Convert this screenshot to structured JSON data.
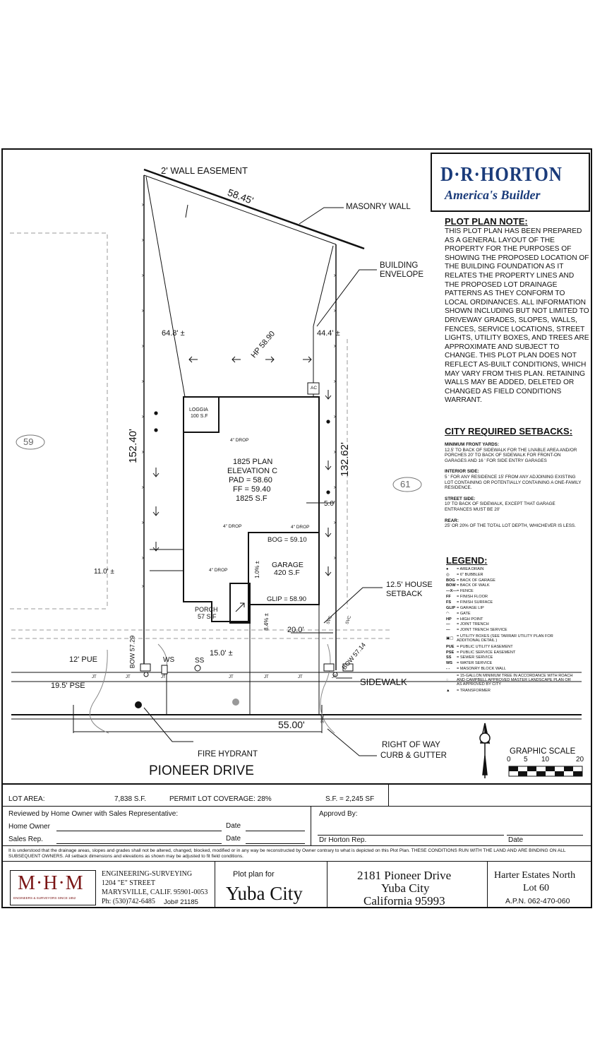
{
  "branding": {
    "builder_name": "D·R·HORTON",
    "builder_tagline": "America's Builder",
    "engineer_logo": "M·H·M",
    "engineer_logo_sub": "ENGINEERS & SURVEYORS SINCE 1852"
  },
  "plan": {
    "wall_easement": "2' WALL EASEMENT",
    "top_dim": "58.45'",
    "masonry_wall": "MASONRY WALL",
    "building_envelope_1": "BUILDING",
    "building_envelope_2": "ENVELOPE",
    "dim_left_angle": "64.8' ±",
    "dim_right_angle": "44.4' ±",
    "hp": "HP 58.90",
    "ac": "AC",
    "loggia_1": "LOGGIA",
    "loggia_2": "100 S.F",
    "drop_4": "4\" DROP",
    "plan_1": "1825 PLAN",
    "plan_2": "ELEVATION C",
    "plan_3": "PAD = 58.60",
    "plan_4": "FF = 59.40",
    "plan_5": "1825 S.F",
    "garage_1": "GARAGE",
    "garage_2": "420 S.F",
    "bog": "BOG = 59.10",
    "glip": "GLIP = 58.90",
    "slope": "1.0% ±",
    "slope2": "8.4% ±",
    "porch_1": "PORCH",
    "porch_2": "57 S.F",
    "dim_left": "152.40'",
    "dim_right": "132.62'",
    "dim_side_right": "5.0'",
    "dim_side_left": "11.0' ±",
    "house_setback_1": "12.5' HOUSE",
    "house_setback_2": "SETBACK",
    "dim_front": "20.0'",
    "dim_front2": "15.0' ±",
    "bow_left": "BOW 57.29",
    "bow_right": "BOW 57.14",
    "pue": "12' PUE",
    "pse": "19.5' PSE",
    "ws": "WS",
    "ss": "SS",
    "sidewalk": "SIDEWALK",
    "jt": "JT",
    "dim_bottom": "55.00'",
    "fire_hydrant": "FIRE HYDRANT",
    "row_1": "RIGHT OF WAY",
    "row_2": "CURB & GUTTER",
    "street": "PIONEER DRIVE",
    "lot_left": "59",
    "lot_right": "61",
    "svc": "SVC",
    "graphic_scale": "GRAPHIC SCALE",
    "scale_ticks": [
      "0",
      "5",
      "10",
      "20"
    ]
  },
  "note": {
    "title": "PLOT PLAN NOTE:",
    "body": "THIS PLOT PLAN HAS BEEN PREPARED AS A GENERAL LAYOUT OF THE PROPERTY FOR THE PURPOSES OF SHOWING THE PROPOSED LOCATION OF THE BUILDING FOUNDATION AS IT RELATES THE PROPERTY LINES AND THE PROPOSED LOT DRAINAGE PATTERNS AS THEY CONFORM TO LOCAL ORDINANCES. ALL INFORMATION SHOWN INCLUDING BUT NOT LIMITED TO DRIVEWAY GRADES, SLOPES, WALLS, FENCES, SERVICE LOCATIONS, STREET LIGHTS, UTILITY BOXES, AND TREES ARE APPROXIMATE AND SUBJECT TO CHANGE. THIS PLOT PLAN DOES NOT REFLECT AS-BUILT CONDITIONS, WHICH MAY VARY FROM THIS PLAN. RETAINING WALLS MAY BE ADDED, DELETED OR CHANGED AS FIELD CONDITIONS WARRANT."
  },
  "setbacks": {
    "title": "CITY REQUIRED SETBACKS:",
    "front_h": "MINIMUM FRONT YARDS:",
    "front_b": "12.5' TO BACK OF SIDEWALK FOR THE LIVABLE AREA AND/OR PORCHES 20' TO BACK OF SIDEWALK FOR FRONT-ON GARAGES AND 16 ' FOR SIDE ENTRY GARAGES",
    "interior_h": "INTERIOR SIDE:",
    "interior_b": "5 ' FOR ANY RESIDENCE 15' FROM ANY ADJOINING EXISTING LOT CONTAINING OR POTENTIALLY CONTAINING A ONE-FAMILY RESIDENCE.",
    "street_h": "STREET SIDE:",
    "street_b": "10' TO BACK OF SIDEWALK, EXCEPT THAT GARAGE ENTRANCES MUST BE 20'",
    "rear_h": "REAR:",
    "rear_b": "25' OR 20% OF THE TOTAL LOT DEPTH, WHICHEVER IS LESS."
  },
  "legend": {
    "title": "LEGEND:",
    "items": [
      {
        "sym": "●",
        "label": "= AREA DRAIN"
      },
      {
        "sym": "◎",
        "label": "= 6\" BUBBLER"
      },
      {
        "sym": "BOG",
        "label": "= BACK OF GARAGE"
      },
      {
        "sym": "BOW",
        "label": "= BACK OF WALK"
      },
      {
        "sym": "—X—",
        "label": "= FENCE"
      },
      {
        "sym": "FF",
        "label": "= FINISH FLOOR"
      },
      {
        "sym": "FS",
        "label": "= FINISH SURFACE"
      },
      {
        "sym": "GLIP",
        "label": "= GARAGE LIP"
      },
      {
        "sym": "◠",
        "label": "= GATE"
      },
      {
        "sym": "HP",
        "label": "= HIGH POINT"
      },
      {
        "sym": "—",
        "label": "= JOINT TRENCH"
      },
      {
        "sym": "—",
        "label": "= JOINT TRENCH SERVICE"
      },
      {
        "sym": "▣▢",
        "label": "= UTILITY BOXES (SEE TARRAR UTILITY PLAN FOR ADDITIONAL DETAIL )"
      },
      {
        "sym": "PUE",
        "label": "= PUBLIC UTILITY EASEMENT"
      },
      {
        "sym": "PSE",
        "label": "= PUBLIC SERVICE EASEMENT"
      },
      {
        "sym": "SS",
        "label": "= SEWER SERVICE"
      },
      {
        "sym": "WS",
        "label": "= WATER SERVICE"
      },
      {
        "sym": "- -",
        "label": "= MASONRY BLOCK WALL"
      },
      {
        "sym": "◌",
        "label": "= 15-GALLON MINIMUM TREE IN ACCORDANCE WITH ROACH AND CAMPBELL APPROVED MASTER LANDSCAPE PLAN OR AS APPROVED BY CITY"
      },
      {
        "sym": "▲",
        "label": "= TRANSFORMER"
      }
    ]
  },
  "summary": {
    "lot_area_label": "LOT AREA:",
    "lot_area": "7,838 S.F.",
    "coverage": "PERMIT LOT COVERAGE: 28%",
    "sf": "S.F. = 2,245 SF"
  },
  "review": {
    "reviewed": "Reviewed by Home Owner with Sales Representative:",
    "home_owner": "Home Owner",
    "sales_rep": "Sales Rep.",
    "date": "Date",
    "approved": "Approvd By:",
    "dr_rep": "Dr Horton Rep.",
    "date2": "Date"
  },
  "disclaimer": "It is understood that the drainage areas, slopes and grades shall not be altered, changed, blocked, modified or in any way be reconstructed by Owner contrary to what is depicted on this Plot Plan. THESE CONDITIONS RUN WITH THE LAND AND ARE BINDING ON ALL SUBSEQUENT OWNERS. All setback dimensions and elevations as shown may be adjusted to fit field conditions.",
  "titleblock": {
    "eng_1": "ENGINEERING-SURVEYING",
    "eng_2": "1204 \"E\" STREET",
    "eng_3": "MARYSVILLE, CALIF. 95901-0053",
    "eng_4": "Ph: (530)742-6485",
    "job": "Job# 21185",
    "plot_for": "Plot plan for",
    "city": "Yuba City",
    "addr_1": "2181 Pioneer Drive",
    "addr_2": "Yuba City",
    "addr_3": "California 95993",
    "sub_1": "Harter Estates North",
    "sub_2": "Lot 60",
    "apn": "A.P.N. 062-470-060"
  }
}
